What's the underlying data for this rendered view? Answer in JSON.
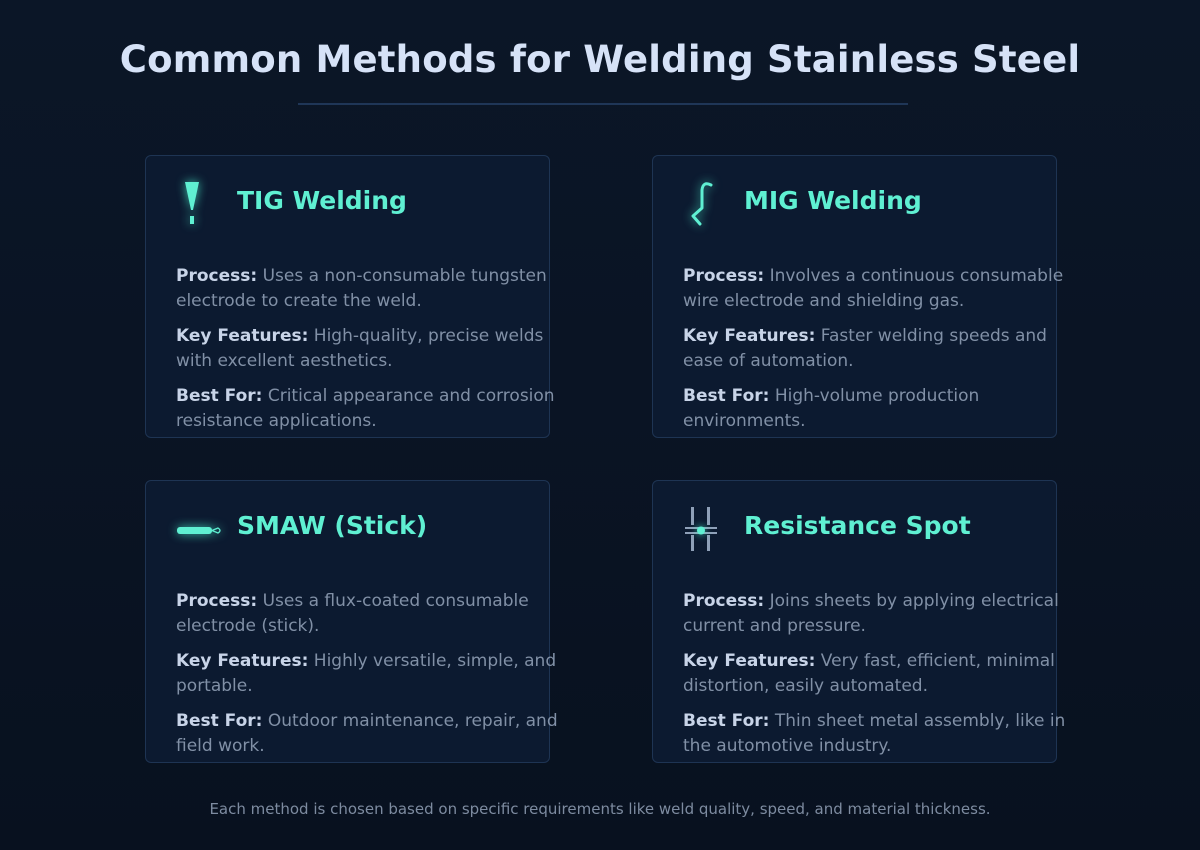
{
  "page": {
    "title": "Common Methods for Welding Stainless Steel",
    "footer": "Each method is chosen based on specific requirements like weld quality, speed, and material thickness."
  },
  "labels": {
    "process": "Process:",
    "features": "Key Features:",
    "best": "Best For:"
  },
  "colors": {
    "accent": "#5ff0d2",
    "background": "#0a1424",
    "card": "#0c1a30",
    "border": "#1e3453"
  },
  "methods": [
    {
      "icon": "tig-torch-icon",
      "title": "TIG Welding",
      "process": "Uses a non-consumable tungsten electrode to create the weld.",
      "features": "High-quality, precise welds with excellent aesthetics.",
      "best": "Critical appearance and corrosion resistance applications."
    },
    {
      "icon": "mig-gun-icon",
      "title": "MIG Welding",
      "process": "Involves a continuous consumable wire electrode and shielding gas.",
      "features": "Faster welding speeds and ease of automation.",
      "best": "High-volume production environments."
    },
    {
      "icon": "stick-electrode-icon",
      "title": "SMAW (Stick)",
      "process": "Uses a flux-coated consumable electrode (stick).",
      "features": "Highly versatile, simple, and portable.",
      "best": "Outdoor maintenance, repair, and field work."
    },
    {
      "icon": "spot-weld-electrodes-icon",
      "title": "Resistance Spot",
      "process": "Joins sheets by applying electrical current and pressure.",
      "features": "Very fast, efficient, minimal distortion, easily automated.",
      "best": "Thin sheet metal assembly, like in the automotive industry."
    }
  ]
}
